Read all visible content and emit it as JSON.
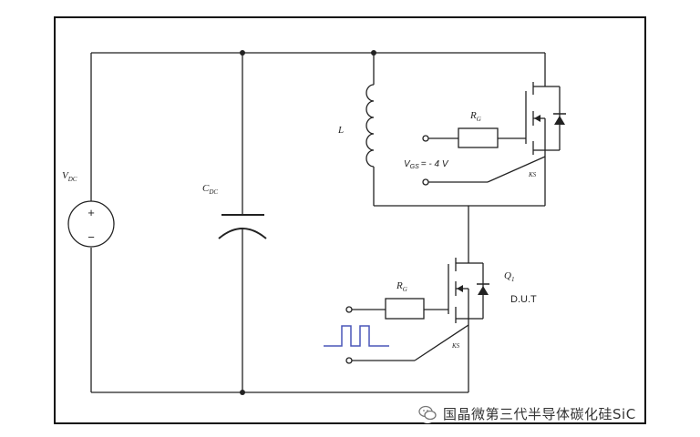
{
  "labels": {
    "vdc": {
      "main": "V",
      "sub": "DC"
    },
    "cdc": {
      "main": "C",
      "sub": "DC"
    },
    "inductor": "L",
    "rg_top": {
      "main": "R",
      "sub": "G"
    },
    "rg_bottom": {
      "main": "R",
      "sub": "G"
    },
    "vgs": {
      "main": "V",
      "sub": "GS",
      "rest": "= - 4 V"
    },
    "ks_top": "KS",
    "ks_bottom": "KS",
    "q1": {
      "main": "Q",
      "sub": "1"
    },
    "dut": "D.U.T",
    "plus": "+",
    "minus": "−"
  },
  "watermark": {
    "text": "国晶微第三代半导体碳化硅SiC",
    "icon": "wechat-icon"
  },
  "colors": {
    "line": "#222222",
    "pulse": "#4a56b8",
    "border": "#111111"
  }
}
